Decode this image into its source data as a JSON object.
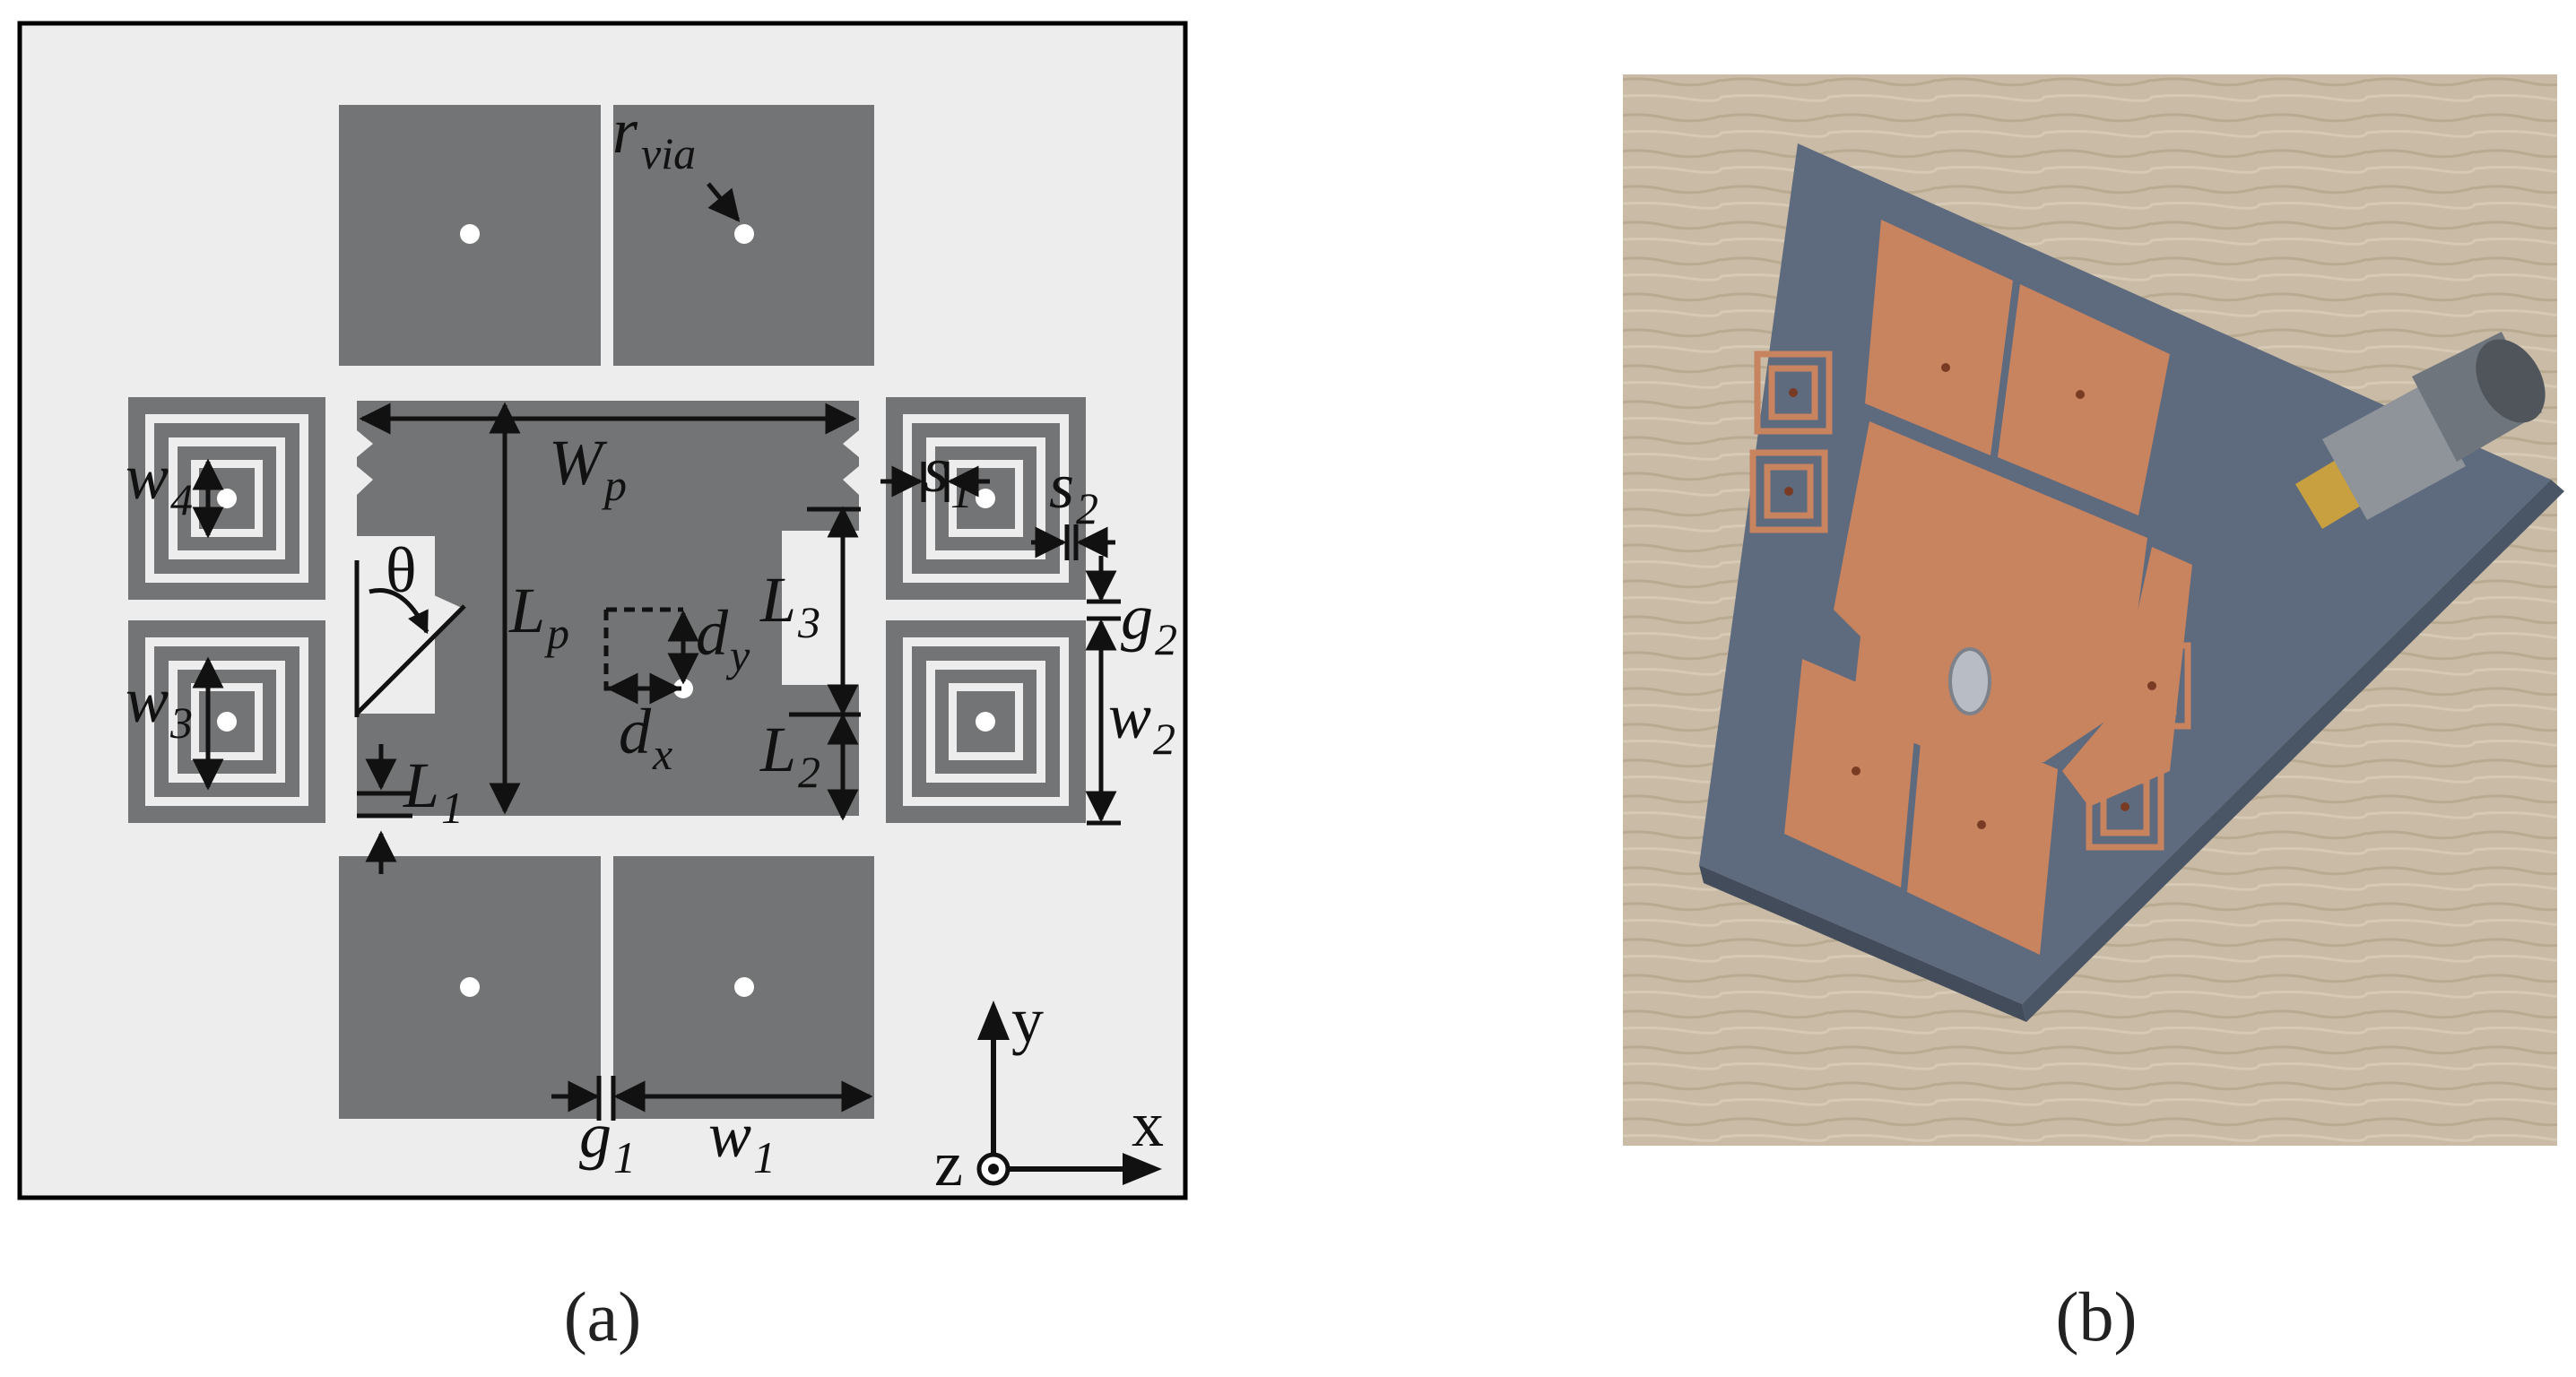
{
  "figure": {
    "panel_a": {
      "caption": "(a)",
      "labels": {
        "r_via": {
          "main": "r",
          "sub": "via"
        },
        "W_p": {
          "main": "W",
          "sub": "p"
        },
        "L_p": {
          "main": "L",
          "sub": "p"
        },
        "L_1": {
          "main": "L",
          "sub": "1"
        },
        "L_2": {
          "main": "L",
          "sub": "2"
        },
        "L_3": {
          "main": "L",
          "sub": "3"
        },
        "s_1": {
          "main": "s",
          "sub": "1"
        },
        "s_2": {
          "main": "s",
          "sub": "2"
        },
        "g_1": {
          "main": "g",
          "sub": "1"
        },
        "g_2": {
          "main": "g",
          "sub": "2"
        },
        "w_1": {
          "main": "w",
          "sub": "1"
        },
        "w_2": {
          "main": "w",
          "sub": "2"
        },
        "w_3": {
          "main": "w",
          "sub": "3"
        },
        "w_4": {
          "main": "w",
          "sub": "4"
        },
        "d_x": {
          "main": "d",
          "sub": "x"
        },
        "d_y": {
          "main": "d",
          "sub": "y"
        },
        "theta": "θ"
      },
      "axes": {
        "x": "x",
        "y": "y",
        "z": "z"
      },
      "colors": {
        "substrate": "#eeedee",
        "metal": "#737475",
        "via": "#ffffff",
        "frame": "#000000"
      }
    },
    "panel_b": {
      "caption": "(b)",
      "colors": {
        "background": "#c9bba5",
        "board": "#5e6a7e",
        "copper": "#c8835f",
        "connector": "#8f949a",
        "gold": "#c8a040"
      }
    }
  }
}
